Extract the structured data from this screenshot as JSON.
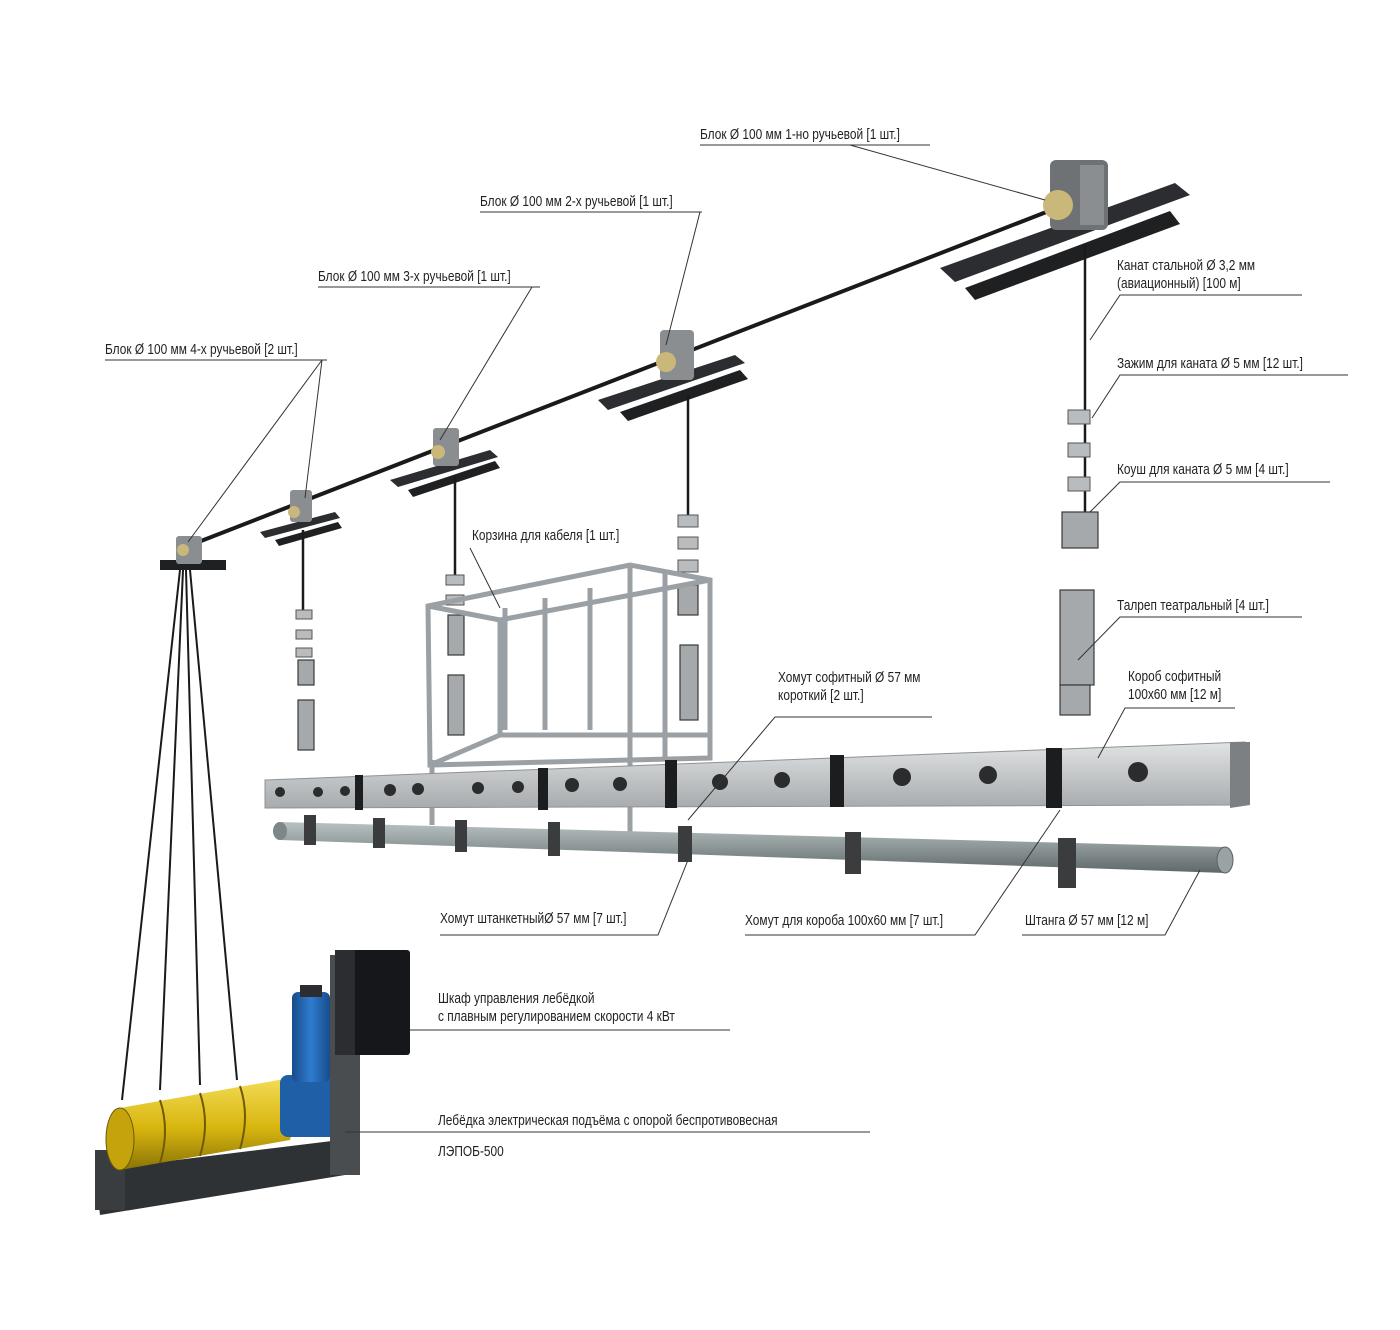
{
  "labels": {
    "block_1": "Блок Ø 100 мм 1-но ручьевой [1 шт.]",
    "block_2": "Блок Ø 100 мм 2-х ручьевой [1 шт.]",
    "block_3": "Блок Ø 100 мм 3-х ручьевой [1 шт.]",
    "block_4": "Блок Ø 100 мм 4-х ручьевой [2 шт.]",
    "rope": "Канат стальной Ø 3,2 мм\n(авиационный) [100 м]",
    "rope_clamp": "Зажим для каната Ø 5 мм [12 шт.]",
    "thimble": "Коуш для каната Ø 5 мм [4 шт.]",
    "turnbuckle": "Талреп театральный [4 шт.]",
    "soffit_box": "Короб софитный\n100x60 мм [12 м]",
    "cable_basket": "Корзина для кабеля [1 шт.]",
    "soffit_clamp": "Хомут софитный Ø 57 мм\nкороткий [2 шт.]",
    "pipe_clamp": "Хомут штанкетныйØ 57 мм [7 шт.]",
    "box_clamp": "Хомут для короба 100x60 мм [7 шт.]",
    "pipe": "Штанга Ø 57 мм [12 м]",
    "control_cabinet": "Шкаф управления лебёдкой\nс плавным регулированием скорости 4 кВт",
    "winch": "Лебёдка электрическая подъёма с опорой беспротивовесная",
    "winch_model": "ЛЭПОБ-500"
  },
  "colors": {
    "metal_dark": "#2b2d30",
    "metal_grey": "#b9bcbf",
    "box_light": "#c9cbcd",
    "pipe": "#8e9899",
    "motor_blue": "#1f5fa8",
    "drum_yellow": "#e8c51a",
    "leader_line": "#333333"
  }
}
